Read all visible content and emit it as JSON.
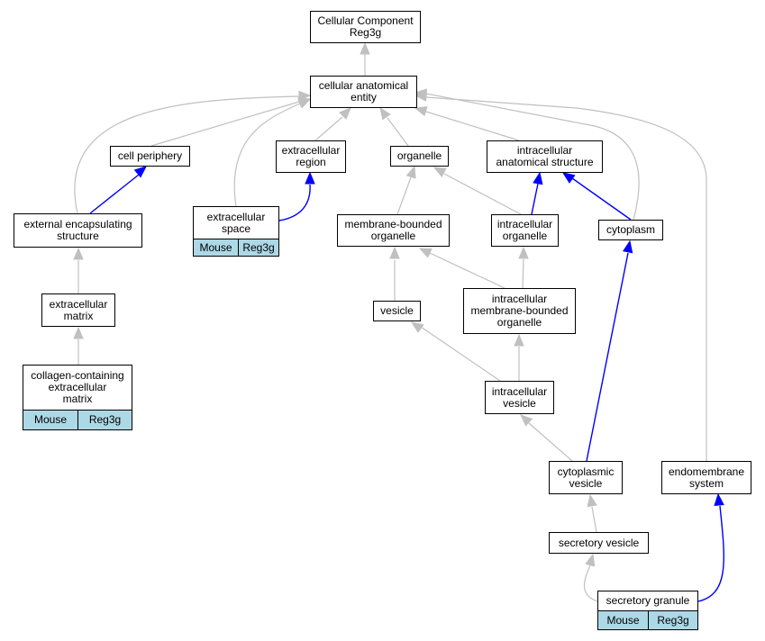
{
  "colors": {
    "is_a_edge": "#c0c0c0",
    "part_of_edge": "#0000ff",
    "annotation_badge": "#add8e6"
  },
  "nodes": {
    "root": "Cellular Component\nReg3g",
    "cae": "cellular anatomical\nentity",
    "cell_periphery": "cell periphery",
    "extracellular_region": "extracellular\nregion",
    "organelle": "organelle",
    "intracellular_anatomical_structure": "intracellular\nanatomical structure",
    "external_encapsulating_structure": "external encapsulating\nstructure",
    "extracellular_space": "extracellular\nspace",
    "membrane_bounded_organelle": "membrane-bounded\norganelle",
    "intracellular_organelle": "intracellular\norganelle",
    "cytoplasm": "cytoplasm",
    "extracellular_matrix": "extracellular\nmatrix",
    "vesicle": "vesicle",
    "intracellular_mbo": "intracellular\nmembrane-bounded\norganelle",
    "collagen_ecm": "collagen-containing\nextracellular\nmatrix",
    "intracellular_vesicle": "intracellular\nvesicle",
    "cytoplasmic_vesicle": "cytoplasmic\nvesicle",
    "endomembrane_system": "endomembrane\nsystem",
    "secretory_vesicle": "secretory vesicle",
    "secretory_granule": "secretory granule"
  },
  "annotations": {
    "species": "Mouse",
    "gene": "Reg3g"
  }
}
